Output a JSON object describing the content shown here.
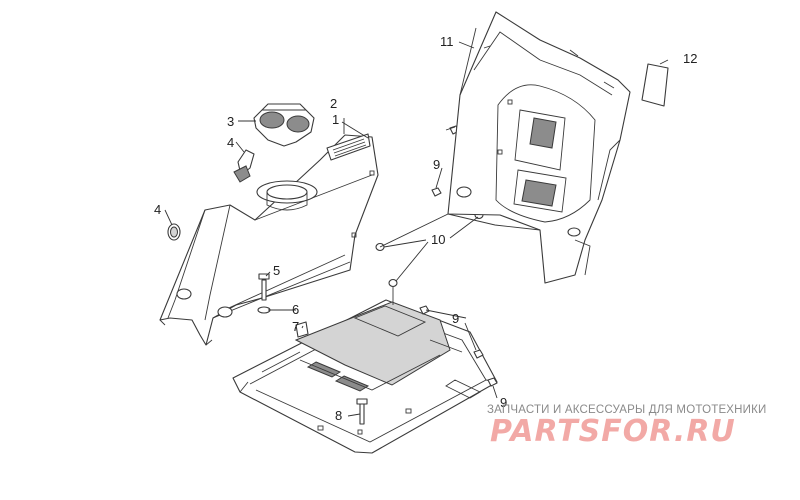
{
  "callouts": {
    "c1": "1",
    "c2": "2",
    "c3": "3",
    "c4a": "4",
    "c4b": "4",
    "c5": "5",
    "c6": "6",
    "c7": "7",
    "c8": "8",
    "c9a": "9",
    "c9b": "9",
    "c9c": "9",
    "c10": "10",
    "c11": "11",
    "c12": "12"
  },
  "watermark": {
    "line": "ЗАПЧАСТИ И АКСЕССУАРЫ ДЛЯ МОТОТЕХНИКИ",
    "logo": "PARTSFOR.RU"
  },
  "colors": {
    "stroke": "#3a3a3a",
    "shade": "#8c8c8c",
    "watermark_logo": "#f2a9a6",
    "watermark_text": "#8a8a8a"
  }
}
